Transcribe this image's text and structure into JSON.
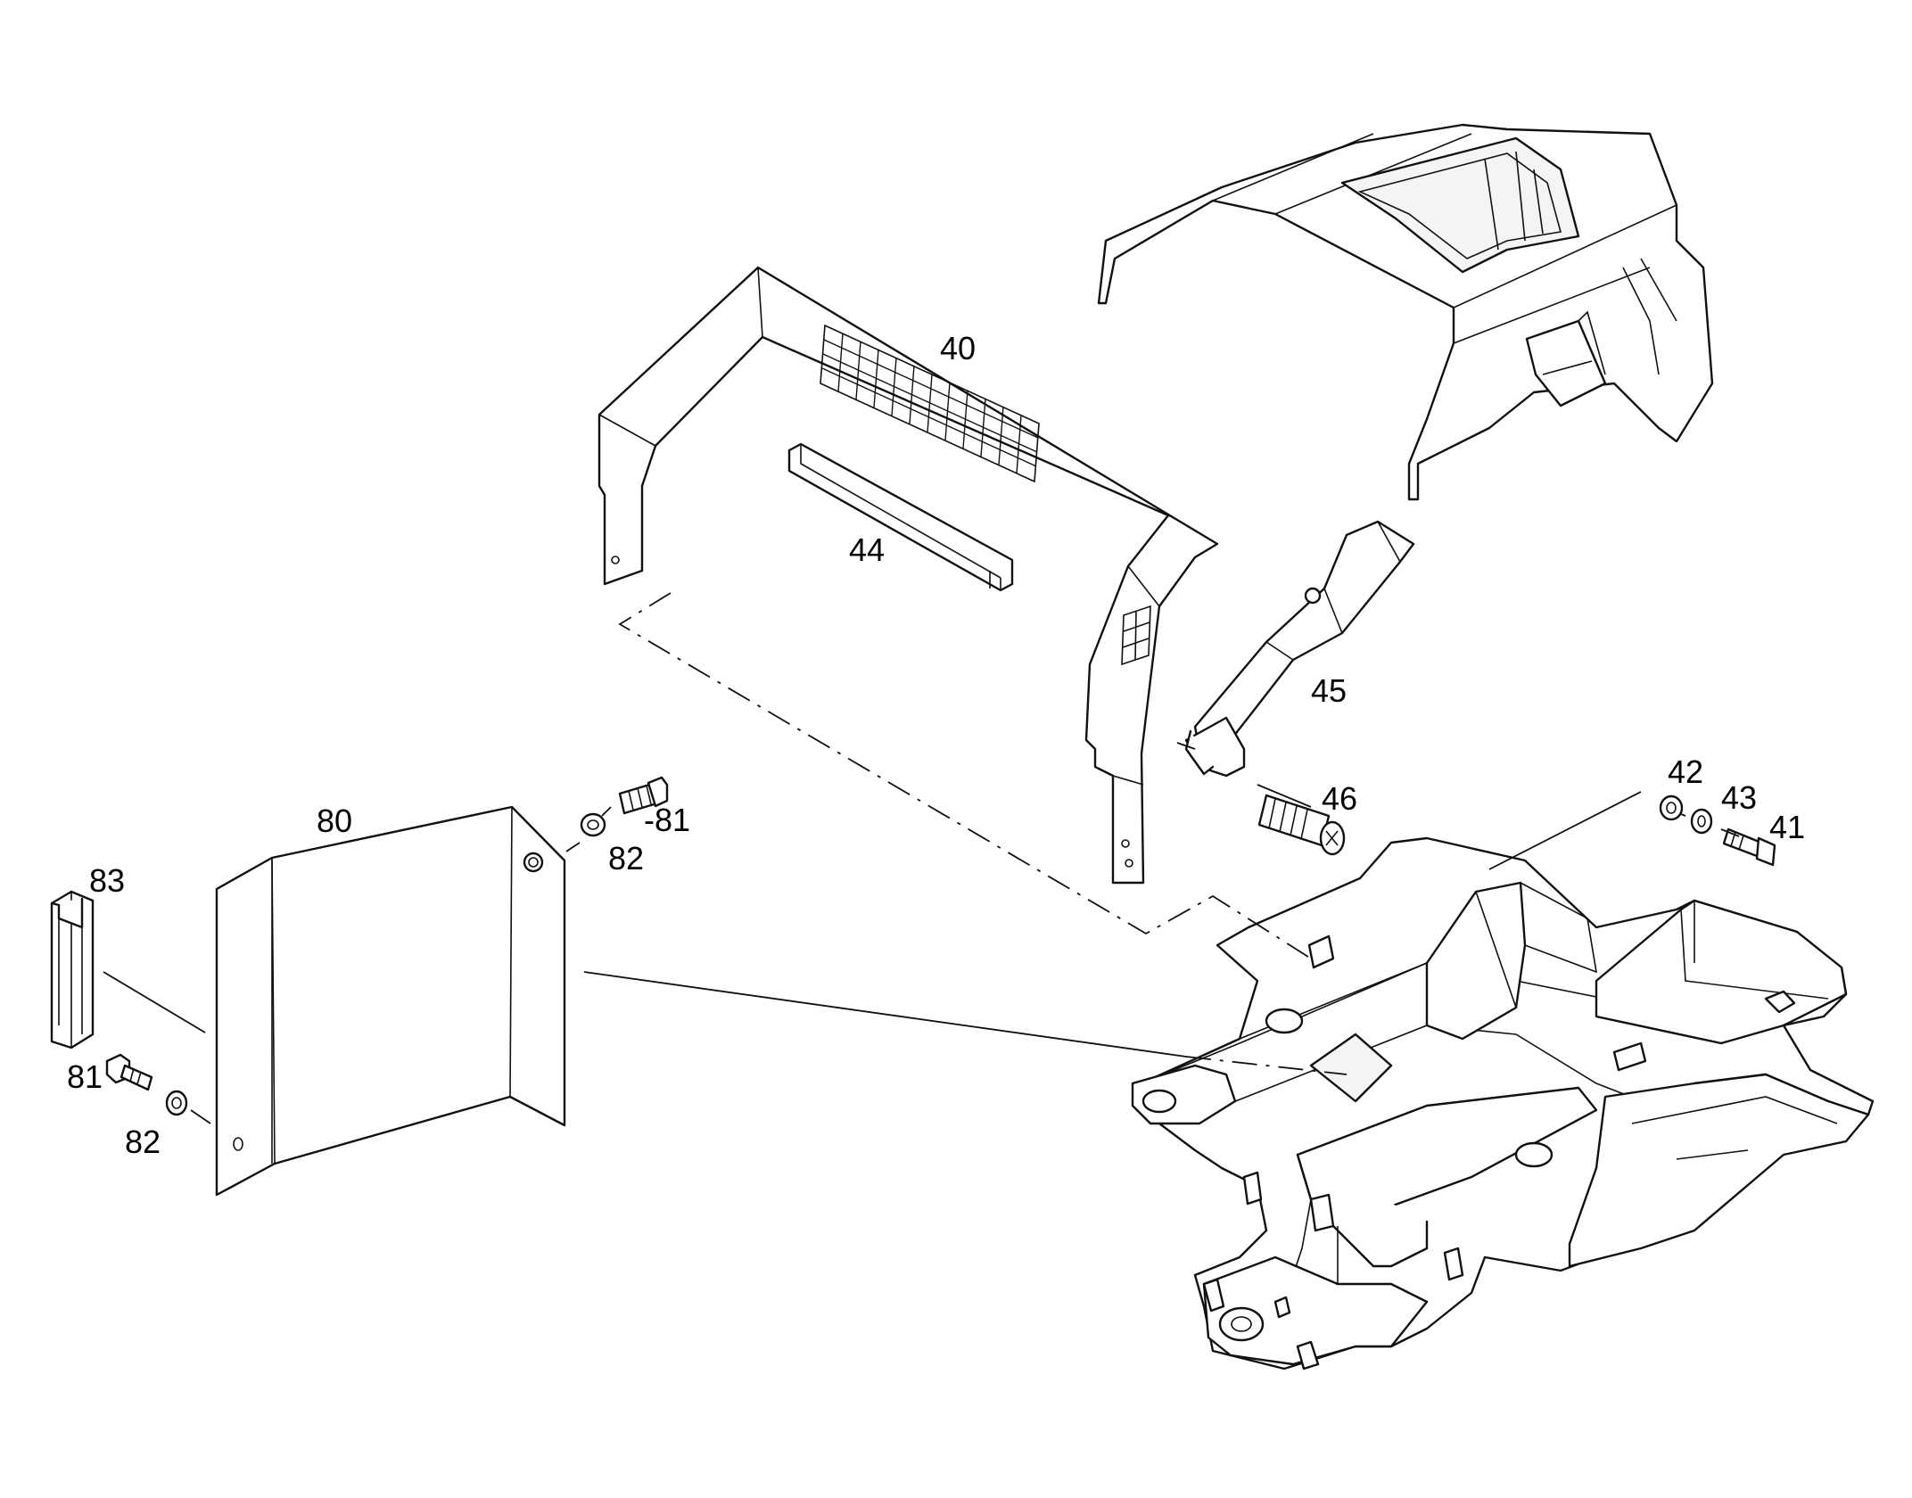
{
  "callouts": {
    "p40": "40",
    "p44": "44",
    "p45": "45",
    "p46": "46",
    "p42": "42",
    "p43": "43",
    "p41": "41",
    "p80": "80",
    "p81a": "-81",
    "p82a": "82",
    "p83": "83",
    "p81b": "81",
    "p82b": "82"
  }
}
